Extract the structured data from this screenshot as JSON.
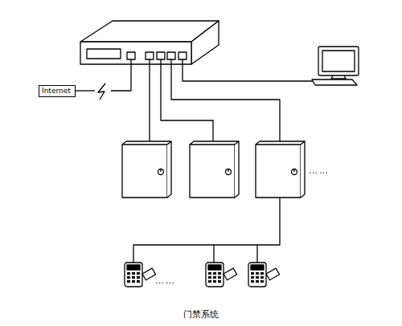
{
  "diagram": {
    "caption": "门禁系统",
    "nodes": [
      {
        "text": [
          "Internet"
        ]
      }
    ],
    "labels": [
      "……",
      "……"
    ]
  }
}
